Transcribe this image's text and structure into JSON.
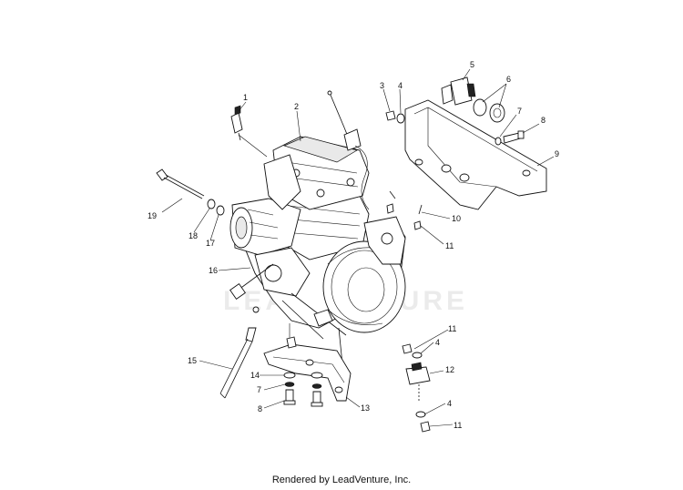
{
  "footer_text": "Rendered by LeadVenture, Inc.",
  "watermark_text": "LEADVENTURE",
  "callouts": [
    "1",
    "2",
    "3",
    "4",
    "5",
    "6",
    "7",
    "8",
    "9",
    "10",
    "11",
    "19",
    "18",
    "17",
    "16",
    "11",
    "4",
    "15",
    "12",
    "14",
    "7",
    "8",
    "13",
    "4",
    "11"
  ]
}
